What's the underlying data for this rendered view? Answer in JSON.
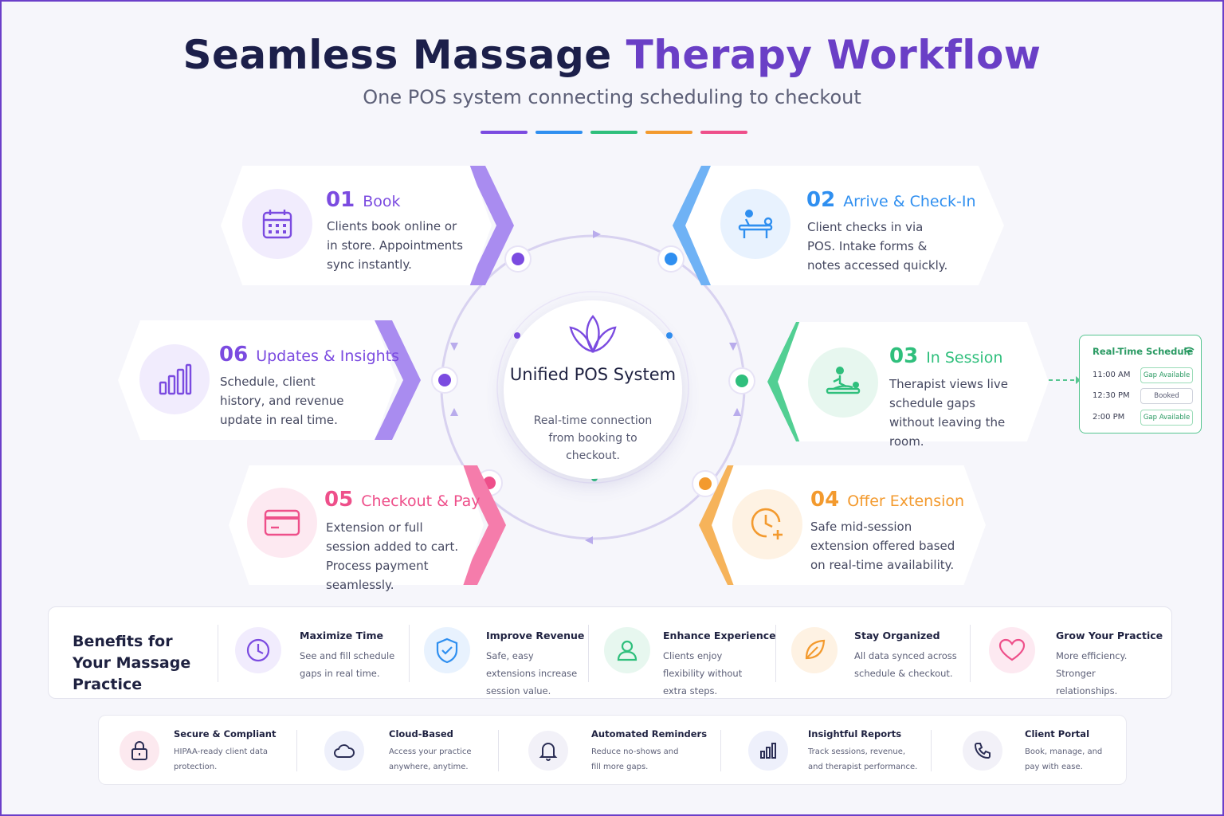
{
  "header": {
    "title_main": "Seamless Massage",
    "title_accent": "Therapy Workflow",
    "subtitle": "One POS system connecting scheduling to checkout",
    "bar_colors": [
      "#7b4be0",
      "#2f8ff0",
      "#2fbf7c",
      "#f39a2e",
      "#ee4f8a"
    ]
  },
  "center": {
    "title": "Unified POS System",
    "description": "Real-time connection from booking to checkout.",
    "icon": "lotus-icon"
  },
  "steps": [
    {
      "number": "01",
      "title": "Book",
      "description": "Clients book online or in store. Appointments sync instantly.",
      "color": "#7b4be0",
      "icon": "calendar-icon"
    },
    {
      "number": "02",
      "title": "Arrive & Check-In",
      "description": "Client checks in via POS. Intake forms & notes accessed quickly.",
      "color": "#2f8ff0",
      "icon": "massage-table-icon"
    },
    {
      "number": "03",
      "title": "In Session",
      "description": "Therapist views live schedule gaps without leaving the room.",
      "color": "#2fbf7c",
      "icon": "massage-icon"
    },
    {
      "number": "04",
      "title": "Offer Extension",
      "description": "Safe mid-session extension offered based on real-time availability.",
      "color": "#f39a2e",
      "icon": "clock-plus-icon"
    },
    {
      "number": "05",
      "title": "Checkout & Pay",
      "description": "Extension or full session added to cart. Process payment seamlessly.",
      "color": "#ee4f8a",
      "icon": "credit-card-icon"
    },
    {
      "number": "06",
      "title": "Updates & Insights",
      "description": "Schedule, client history, and revenue update in real time.",
      "color": "#7b4be0",
      "icon": "bar-chart-icon"
    }
  ],
  "schedule": {
    "title": "Real-Time Schedule",
    "rows": [
      {
        "time": "11:00 AM",
        "status": "Gap Available"
      },
      {
        "time": "12:30 PM",
        "status": "Booked"
      },
      {
        "time": "2:00 PM",
        "status": "Gap Available"
      }
    ]
  },
  "benefits": {
    "title": "Benefits for Your Massage Practice",
    "items": [
      {
        "title": "Maximize Time",
        "description": "See and fill schedule gaps in real time.",
        "color": "#7b4be0",
        "icon": "clock-icon"
      },
      {
        "title": "Improve Revenue",
        "description": "Safe, easy extensions increase session value.",
        "color": "#2f8ff0",
        "icon": "shield-check-icon"
      },
      {
        "title": "Enhance Experience",
        "description": "Clients enjoy flexibility without extra steps.",
        "color": "#2fbf7c",
        "icon": "user-icon"
      },
      {
        "title": "Stay Organized",
        "description": "All data synced across schedule & checkout.",
        "color": "#f39a2e",
        "icon": "leaf-icon"
      },
      {
        "title": "Grow Your Practice",
        "description": "More efficiency. Stronger relationships.",
        "color": "#ee4f8a",
        "icon": "heart-icon"
      }
    ]
  },
  "features": [
    {
      "title": "Secure & Compliant",
      "description": "HIPAA-ready client data protection.",
      "icon": "lock-icon"
    },
    {
      "title": "Cloud-Based",
      "description": "Access your practice anywhere, anytime.",
      "icon": "cloud-icon"
    },
    {
      "title": "Automated Reminders",
      "description": "Reduce no-shows and fill more gaps.",
      "icon": "bell-icon"
    },
    {
      "title": "Insightful Reports",
      "description": "Track sessions, revenue, and therapist performance.",
      "icon": "report-icon"
    },
    {
      "title": "Client Portal",
      "description": "Book, manage, and pay with ease.",
      "icon": "phone-icon"
    }
  ],
  "feature_icon_color": "#2b2e55"
}
